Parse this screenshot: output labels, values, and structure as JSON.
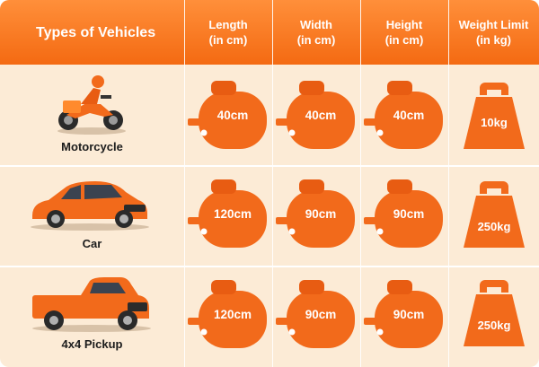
{
  "header": {
    "types_label": "Types of Vehicles",
    "columns": [
      {
        "line1": "Length",
        "line2": "(in cm)"
      },
      {
        "line1": "Width",
        "line2": "(in cm)"
      },
      {
        "line1": "Height",
        "line2": "(in cm)"
      },
      {
        "line1": "Weight Limit",
        "line2": "(in kg)"
      }
    ]
  },
  "rows": [
    {
      "vehicle": "Motorcycle",
      "length": "40cm",
      "width": "40cm",
      "height": "40cm",
      "weight": "10kg"
    },
    {
      "vehicle": "Car",
      "length": "120cm",
      "width": "90cm",
      "height": "90cm",
      "weight": "250kg"
    },
    {
      "vehicle": "4x4 Pickup",
      "length": "120cm",
      "width": "90cm",
      "height": "90cm",
      "weight": "250kg"
    }
  ],
  "icons": {
    "tape": "tape-measure-icon",
    "weight": "weight-icon",
    "motorcycle": "motorcycle-icon",
    "car": "car-icon",
    "pickup": "pickup-truck-icon"
  },
  "colors": {
    "header_top": "#ff8f3a",
    "header_bottom": "#f46a12",
    "row_bg": "#fcebd6",
    "accent": "#f26a1b",
    "accent_dark": "#c94d0c"
  }
}
